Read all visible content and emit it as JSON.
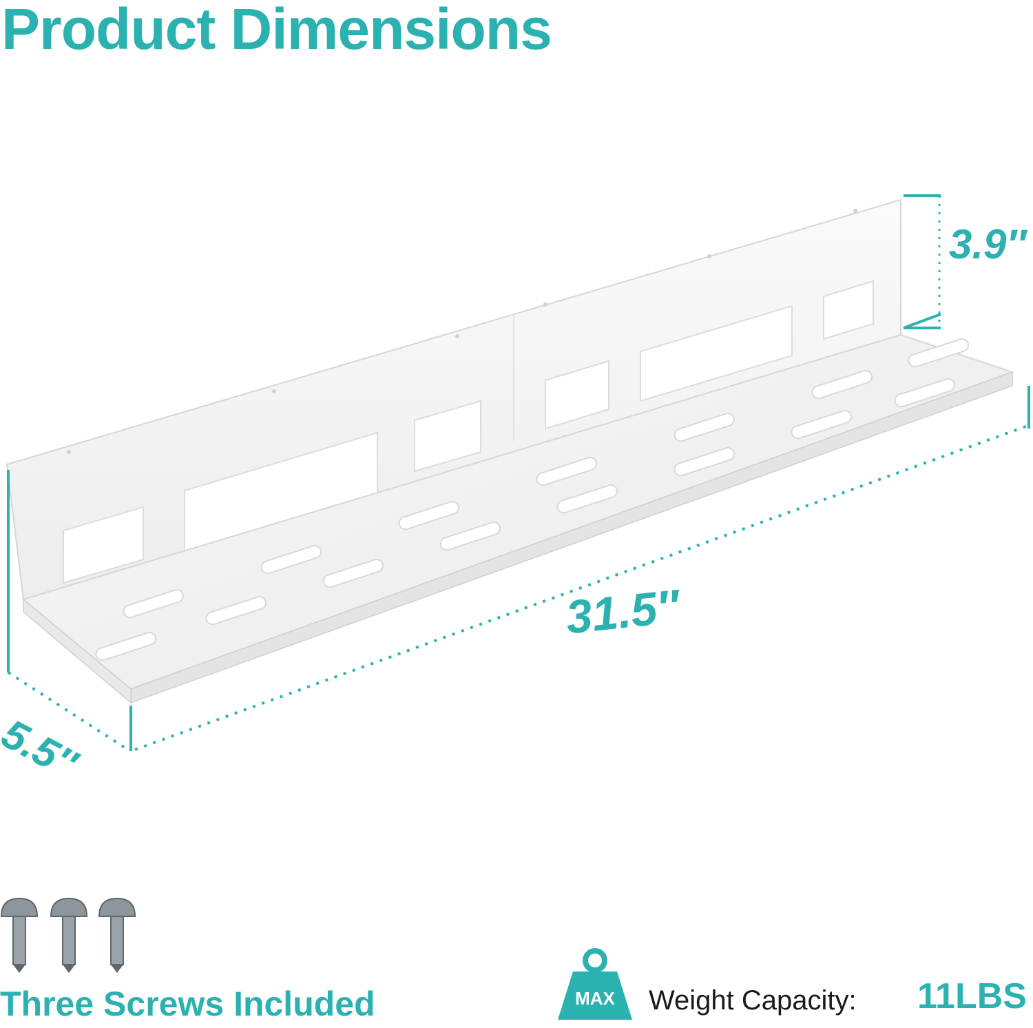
{
  "heading": "Product Dimensions",
  "dimensions": {
    "height": "3.9″",
    "length": "31.5″",
    "depth": "5.5″"
  },
  "screws": {
    "count": 3,
    "caption": "Three Screws Included",
    "icon": "screw-icon"
  },
  "weight": {
    "icon_text": "MAX",
    "label": "Weight Capacity:",
    "value": "11LBS",
    "icon": "weight-icon"
  },
  "colors": {
    "accent": "#2bb2b0",
    "shelf": "#ffffff",
    "shelf_shade": "#ececec",
    "text": "#1a1a1a"
  }
}
